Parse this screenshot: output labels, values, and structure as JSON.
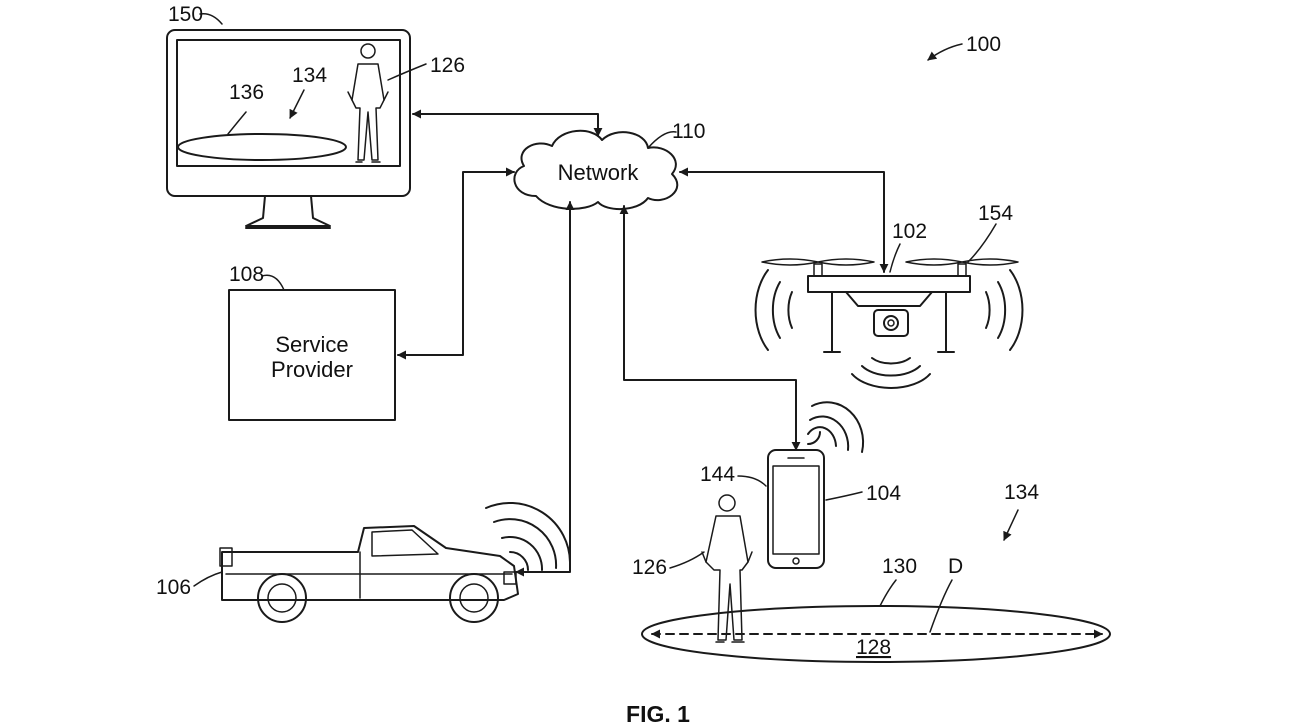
{
  "figure": {
    "caption": "FIG. 1",
    "system_ref": "100",
    "network": {
      "label": "Network",
      "ref": "110"
    },
    "service_provider": {
      "label_line1": "Service",
      "label_line2": "Provider",
      "ref": "108"
    },
    "monitor": {
      "ref": "150",
      "person_ref": "126",
      "zone_ref": "134",
      "boundary_ref": "136"
    },
    "drone": {
      "ref": "102",
      "propeller_ref": "154"
    },
    "truck": {
      "ref": "106"
    },
    "phone": {
      "ref": "104",
      "screen_ref": "144"
    },
    "scene": {
      "person_ref": "126",
      "zone_ref": "134",
      "boundary_ref": "130",
      "area_ref": "128",
      "distance_label": "D"
    }
  }
}
